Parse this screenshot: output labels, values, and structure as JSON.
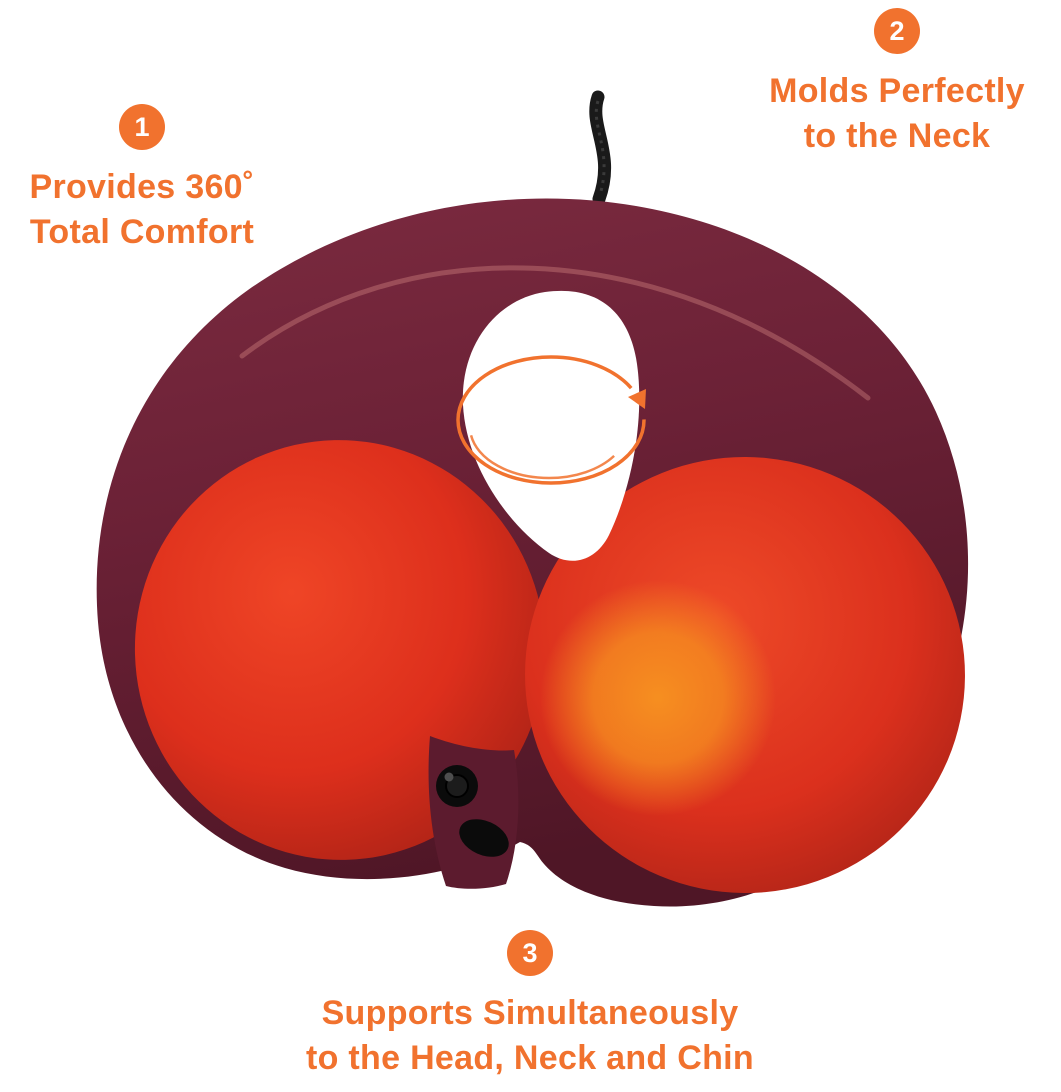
{
  "colors": {
    "accent": "#F1722E",
    "shell": "#6B2136",
    "cushion": "#DD2F1C",
    "glow": "#F58B1F",
    "cord": "#1A1A1A",
    "background": "#FFFFFF"
  },
  "callouts": [
    {
      "number": "1",
      "lines": [
        "Provides 360˚",
        "Total Comfort"
      ]
    },
    {
      "number": "2",
      "lines": [
        "Molds Perfectly",
        "to the Neck"
      ]
    },
    {
      "number": "3",
      "lines": [
        "Supports Simultaneously",
        "to the Head, Neck and Chin"
      ]
    }
  ],
  "illustration": {
    "subject": "U-shaped memory foam travel neck pillow",
    "rotation_icon": "circular-rotation-arrow"
  }
}
